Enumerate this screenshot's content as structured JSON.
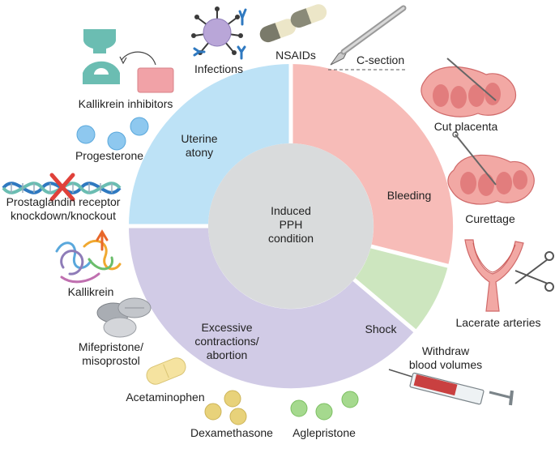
{
  "center": {
    "line1": "Induced",
    "line2": "PPH",
    "line3": "condition"
  },
  "segments": {
    "uterine_atony": {
      "line1": "Uterine",
      "line2": "atony",
      "color": "#bde2f6"
    },
    "bleeding": {
      "line1": "Bleeding",
      "color": "#f7bcb8"
    },
    "shock": {
      "line1": "Shock",
      "color": "#cde6bf"
    },
    "excessive": {
      "line1": "Excessive",
      "line2": "contractions/",
      "line3": "abortion",
      "color": "#d1cbe6"
    }
  },
  "labels": {
    "infections": "Infections",
    "nsaids": "NSAIDs",
    "csection": "C-section",
    "kallikrein_inhibitors": "Kallikrein inhibitors",
    "progesterone": "Progesterone",
    "prostaglandin_1": "Prostaglandin receptor",
    "prostaglandin_2": "knockdown/knockout",
    "kallikrein": "Kallikrein",
    "mifepristone_1": "Mifepristone/",
    "mifepristone_2": "misoprostol",
    "acetaminophen": "Acetaminophen",
    "dexamethasone": "Dexamethasone",
    "aglepristone": "Aglepristone",
    "cut_placenta": "Cut placenta",
    "curettage": "Curettage",
    "lacerate_arteries": "Lacerate arteries",
    "withdraw_1": "Withdraw",
    "withdraw_2": "blood volumes"
  }
}
